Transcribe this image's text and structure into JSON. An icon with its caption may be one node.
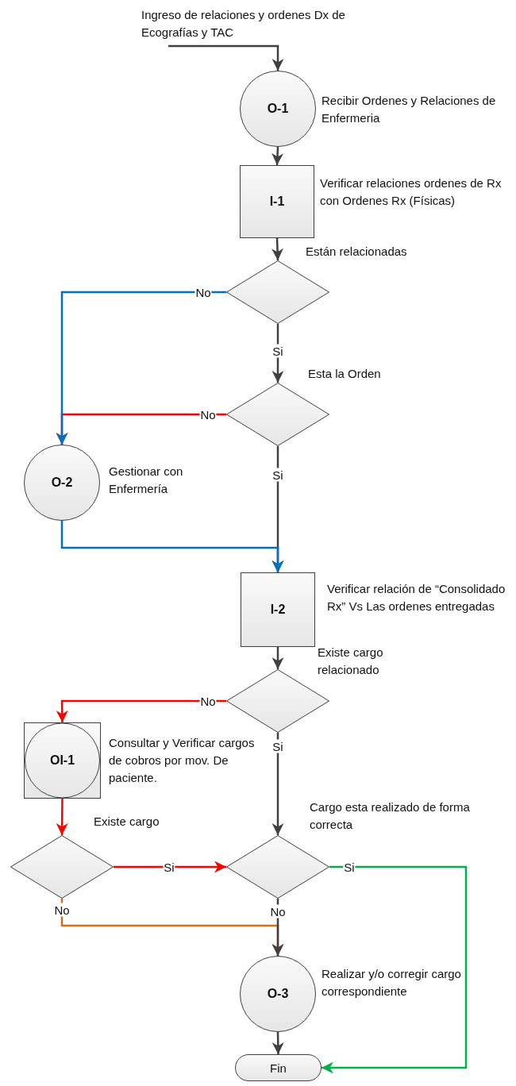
{
  "diagram": {
    "nodes": [
      {
        "text": [
          "Ingreso de relaciones y ordenes Dx de Ecografías y TAC"
        ]
      },
      {
        "text": [
          "O-1"
        ],
        "beside": [
          "Recibir Ordenes y Relaciones de Enfermeria"
        ]
      },
      {
        "text": [
          "I-1"
        ],
        "beside": [
          "Verificar relaciones ordenes de Rx con Ordenes Rx (Físicas)"
        ]
      },
      {
        "text": [
          "Están relacionadas"
        ]
      },
      {
        "text": [
          "Esta la Orden"
        ]
      },
      {
        "text": [
          "O-2"
        ],
        "beside": [
          "Gestionar con Enfermería"
        ]
      },
      {
        "text": [
          "I-2"
        ],
        "beside": [
          "Verificar relación de “Consolidado Rx” Vs Las ordenes entregadas"
        ]
      },
      {
        "text": [
          "Existe cargo relacionado"
        ]
      },
      {
        "text": [
          "OI-1"
        ],
        "beside": [
          "Consultar y Verificar cargos de cobros por mov. De paciente."
        ]
      },
      {
        "text": [
          "Existe cargo"
        ]
      },
      {
        "text": [
          "Cargo esta realizado de forma correcta"
        ]
      },
      {
        "text": [
          "O-3"
        ],
        "beside": [
          "Realizar y/o corregir cargo correspondiente"
        ]
      },
      {
        "text": [
          "Fin"
        ]
      }
    ],
    "edges": [
      {
        "from": 0,
        "to": 1,
        "arrow": "to"
      },
      {
        "from": 1,
        "to": 2,
        "arrow": "to"
      },
      {
        "from": 2,
        "to": 3,
        "arrow": "to"
      },
      {
        "from": 3,
        "to": 4,
        "arrow": "to",
        "label": "Si"
      },
      {
        "from": 3,
        "to": 5,
        "arrow": "to",
        "label": "No",
        "color": "#0070c0"
      },
      {
        "from": 4,
        "to": 5,
        "arrow": "to",
        "label": "No",
        "color": "#ff0000"
      },
      {
        "from": 4,
        "to": 6,
        "arrow": "to",
        "label": "Si"
      },
      {
        "from": 5,
        "to": 6,
        "arrow": "to",
        "color": "#0070c0"
      },
      {
        "from": 6,
        "to": 7,
        "arrow": "to"
      },
      {
        "from": 7,
        "to": 8,
        "arrow": "to",
        "label": "No",
        "color": "#ff0000"
      },
      {
        "from": 7,
        "to": 10,
        "arrow": "to",
        "label": "Si"
      },
      {
        "from": 8,
        "to": 9,
        "arrow": "to",
        "color": "#ff0000"
      },
      {
        "from": 9,
        "to": 10,
        "arrow": "to",
        "label": "Si",
        "color": "#ff0000"
      },
      {
        "from": 9,
        "to": 11,
        "arrow": "to",
        "label": "No",
        "color": "#d4711c"
      },
      {
        "from": 10,
        "to": 11,
        "arrow": "to",
        "label": "No"
      },
      {
        "from": 11,
        "to": 12,
        "arrow": "to"
      },
      {
        "from": 10,
        "to": 12,
        "arrow": "to",
        "label": "Si",
        "color": "#00b050"
      }
    ]
  }
}
